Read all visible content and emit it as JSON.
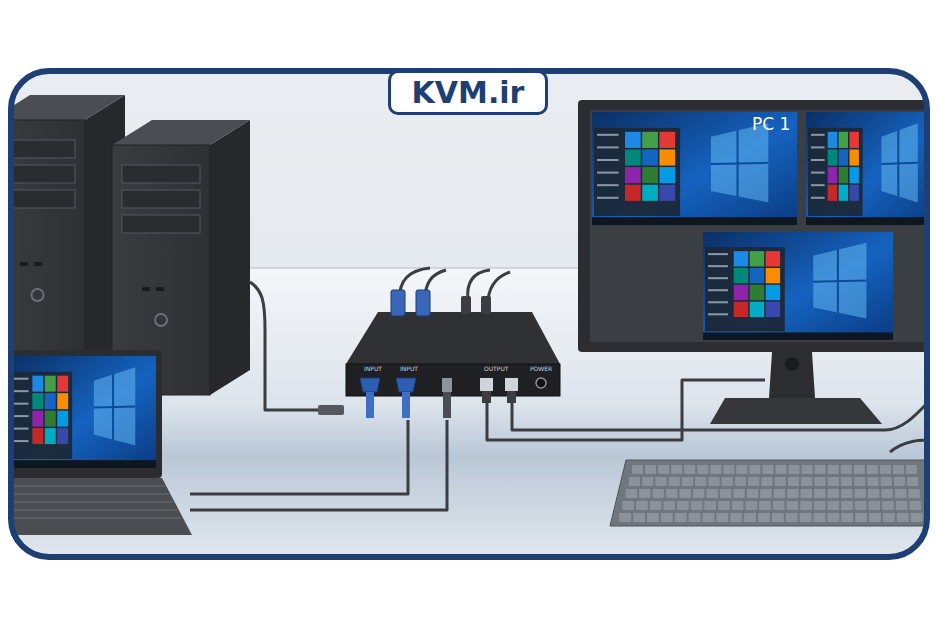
{
  "diagram": {
    "nodes": [
      {
        "text": [
          "KVM.ir"
        ]
      }
    ],
    "edges": [],
    "labels": [
      "PC 1",
      "INPUT",
      "INPUT",
      "OUTPUT",
      "POWER"
    ]
  }
}
